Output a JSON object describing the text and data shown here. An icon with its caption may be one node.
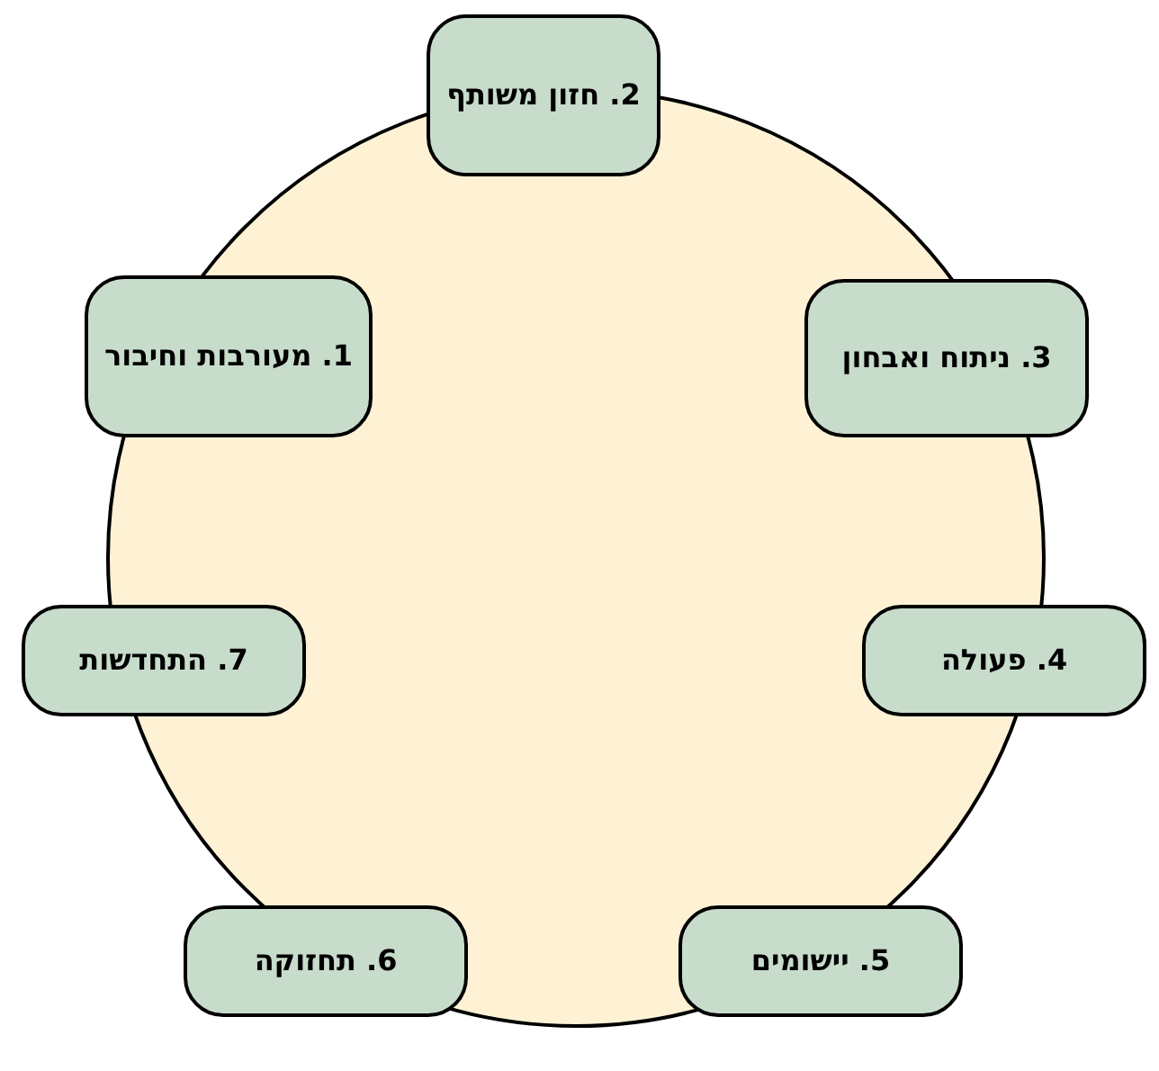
{
  "diagram": {
    "nodes": [
      {
        "text": [
          "1. מעורבות וחיבור"
        ]
      },
      {
        "text": [
          "2. חזון משותף"
        ]
      },
      {
        "text": [
          "3. ניתוח ואבחון"
        ]
      },
      {
        "text": [
          "7. התחדשות"
        ]
      },
      {
        "text": [
          "4. פעולה"
        ]
      },
      {
        "text": [
          "6. תחזוקה"
        ]
      },
      {
        "text": [
          "5. יישומים"
        ]
      }
    ]
  }
}
